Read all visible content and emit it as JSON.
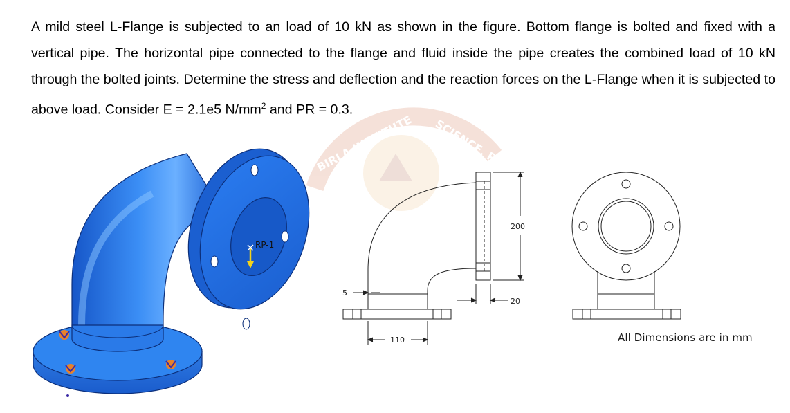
{
  "problem": {
    "statement": "A mild steel L-Flange is subjected to an load of 10 kN as shown in the figure. Bottom flange is bolted and fixed with a vertical pipe. The horizontal pipe connected to the flange and fluid inside the pipe creates the combined load of 10 kN through the bolted joints. Determine the stress and deflection and the reaction forces on the L-Flange when it is subjected to above load. Consider E = 2.1e5 N/mm",
    "superscript": "2",
    "statement_end": " and PR = 0.3."
  },
  "model_3d": {
    "reference_point_label": "RP-1",
    "color": "#2277e6"
  },
  "watermark": {
    "text_left": "BIRLA INSTITUTE",
    "text_right": "SCIENCE, P"
  },
  "drawing": {
    "dimension_200": "200",
    "dimension_20": "20",
    "dimension_5": "5",
    "dimension_110": "110",
    "note": "All Dimensions are in mm"
  }
}
